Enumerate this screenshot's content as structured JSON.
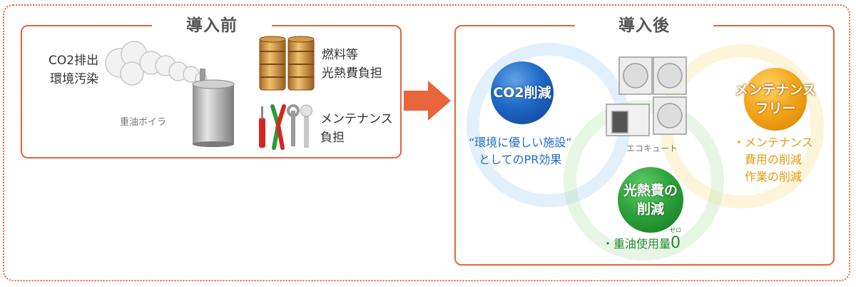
{
  "before": {
    "title": "導入前",
    "co2_label": "CO2排出\n環境汚染",
    "boiler_label": "重油ボイラ",
    "fuel_label": "燃料等\n光熱費負担",
    "maintenance_label": "メンテナンス\n負担"
  },
  "after": {
    "title": "導入後",
    "co2_circle": "CO2削減",
    "co2_desc": "“環境に優しい施設”\nとしてのPR効果",
    "device_label": "エコキュート",
    "maintenance_circle": "メンテナンス\nフリー",
    "maintenance_desc": "・メンテナンス\n費用の削減\n作業の削減",
    "heat_circle": "光熱費の\n削減",
    "heat_desc": "・重油使用量",
    "heat_zero": "0",
    "heat_zero_ruby": "ゼロ"
  },
  "colors": {
    "frame": "#e8643a",
    "arrow": "#e8643a",
    "co2": "#1f69c8",
    "maintenance": "#f4a81c",
    "heat": "#2ea33c"
  },
  "icons": [
    "smoke-cloud-icon",
    "boiler-tank-icon",
    "oil-drum-icon",
    "tools-icon",
    "arrow-right-icon",
    "heat-pump-unit-icon"
  ]
}
